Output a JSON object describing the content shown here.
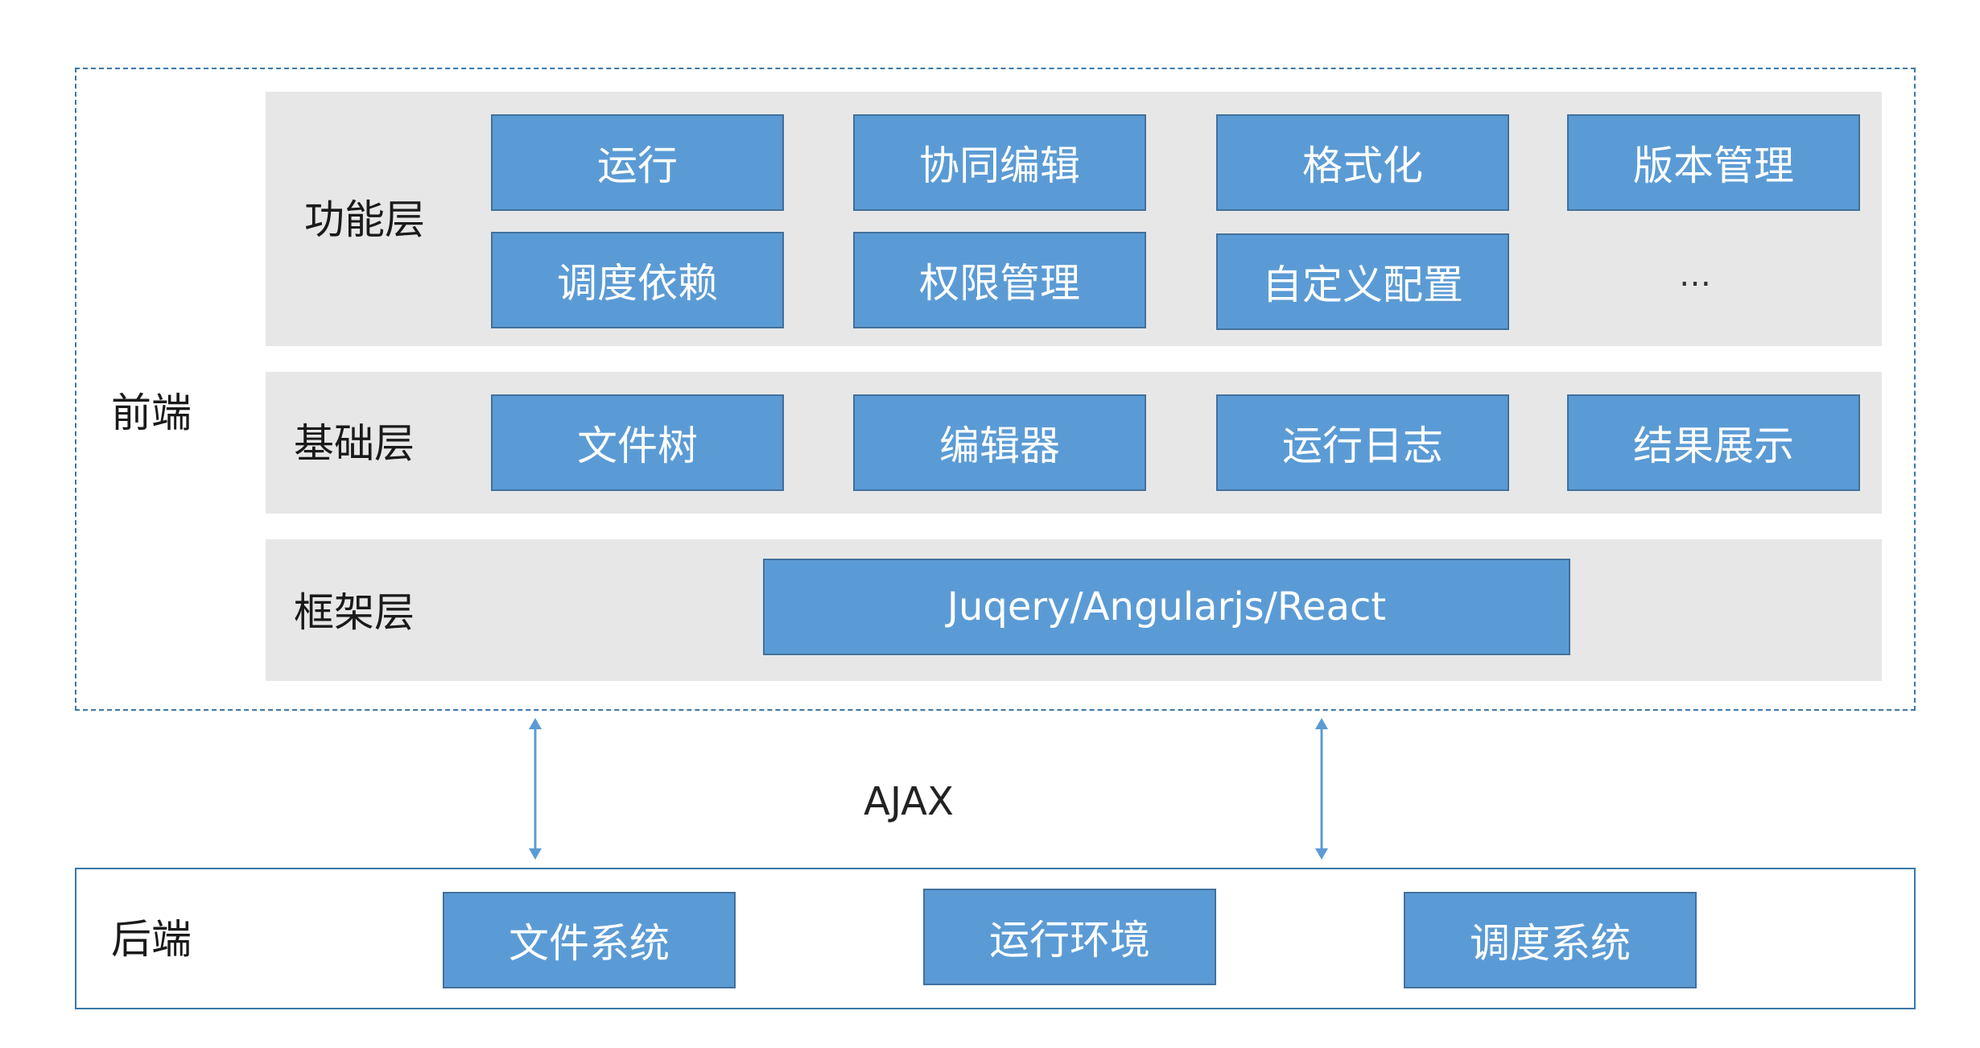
{
  "frontend": {
    "label": "前端",
    "layers": {
      "function": {
        "label": "功能层",
        "items": [
          "运行",
          "协同编辑",
          "格式化",
          "版本管理",
          "调度依赖",
          "权限管理",
          "自定义配置"
        ],
        "more": "…"
      },
      "base": {
        "label": "基础层",
        "items": [
          "文件树",
          "编辑器",
          "运行日志",
          "结果展示"
        ]
      },
      "framework": {
        "label": "框架层",
        "item": "Juqery/Angularjs/React"
      }
    }
  },
  "connection": {
    "label": "AJAX"
  },
  "backend": {
    "label": "后端",
    "items": [
      "文件系统",
      "运行环境",
      "调度系统"
    ]
  },
  "colors": {
    "box_fill": "#5b9bd5",
    "box_border": "#41719c",
    "band_fill": "#e7e7e7",
    "frame_border": "#3b77a8",
    "arrow": "#5b9bd5"
  }
}
